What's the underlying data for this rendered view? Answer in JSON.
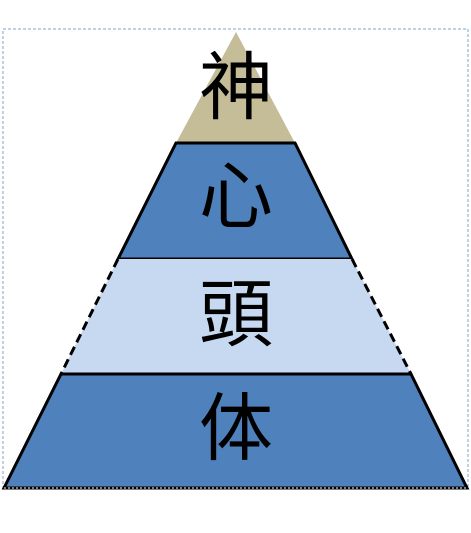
{
  "diagram": {
    "type": "pyramid",
    "levels": [
      {
        "label": "神",
        "fill": "#c4bd97"
      },
      {
        "label": "心",
        "fill": "#4f81bd"
      },
      {
        "label": "頭",
        "fill": "#c6d9f1"
      },
      {
        "label": "体",
        "fill": "#4f81bd"
      }
    ],
    "colors": {
      "outline": "#000000",
      "frame": "#7ba3cf"
    }
  }
}
